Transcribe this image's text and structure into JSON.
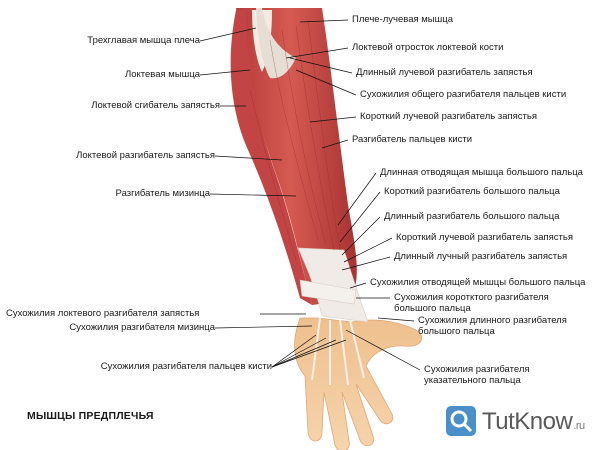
{
  "title": "МЫШЦЫ ПРЕДПЛЕЧЬЯ",
  "brand": {
    "name": "TutKnow",
    "tld": ".ru",
    "logo_icon": "tutknow-logo-icon",
    "accent": "#4a90c8"
  },
  "colors": {
    "muscle": "#c84848",
    "muscle_light": "#e07a70",
    "tendon": "#ece7e2",
    "skin": "#f2c89a",
    "leader": "#111111"
  },
  "labels_left": [
    "Трехглавая мышца плеча",
    "Локтевая мышца",
    "Локтевой сгибатель запястья",
    "Локтевой разгибатель запястья",
    "Разгибатель мизинца",
    "Сухожилия локтевого разгибателя запястья",
    "Сухожилия разгибателя мизинца",
    "Сухожилия разгибателя пальцев кисти"
  ],
  "labels_right": [
    "Плече-лучевая мышца",
    "Локтевой отросток локтевой кости",
    "Длинный лучевой разгибатель запястья",
    "Сухожилия общего разгибателя пальцев кисти",
    "Короткий лучевой разгибатель запястья",
    "Разгибатель пальцев кисти",
    "Длинная отводящая мышца большого пальца",
    "Короткий разгибатель большого пальца",
    "Длинный разгибатель большого пальца",
    "Короткий лучевой разгибатель запястья",
    "Длинный лучный разгибатель запястья",
    "Сухожилия отводящей мышцы большого пальца",
    "Сухожилия коротктого разгибателя большого пальца",
    "Сухожилия длинного разгибателя большого пальца",
    "Сухожилия разгибателя указательного пальца"
  ]
}
